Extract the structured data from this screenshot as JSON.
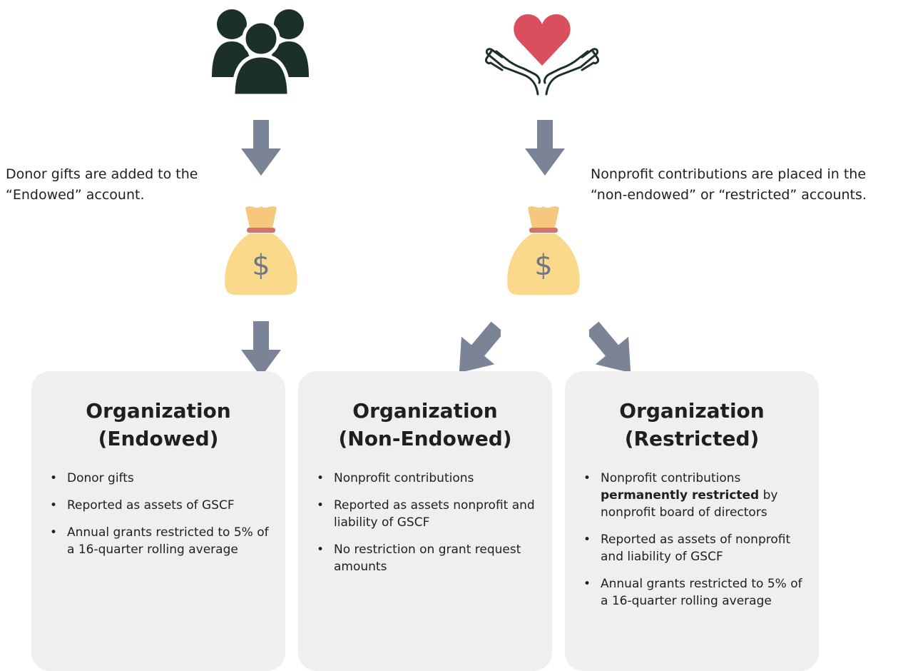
{
  "icons": {
    "donors": "people-group-icon",
    "nonprofit": "heart-in-hands-icon",
    "money_bag": "money-bag-icon",
    "arrow": "arrow-down-icon"
  },
  "colors": {
    "icon_dark": "#1b3128",
    "heart": "#d94f5e",
    "bag": "#fbd98a",
    "bag_top": "#f5c87e",
    "bag_tie": "#d4726b",
    "arrow": "#7b8497",
    "card_bg": "#efefef"
  },
  "captions": {
    "left": [
      "Donor gifts are added to the",
      "“Endowed” account."
    ],
    "right": [
      "Nonprofit contributions are placed in the",
      "“non-endowed” or “restricted” accounts."
    ]
  },
  "bag_symbol": "$",
  "cards": {
    "endowed": {
      "title": [
        "Organization",
        "(Endowed)"
      ],
      "items": [
        "Donor gifts",
        "Reported as assets of GSCF",
        "Annual grants restricted to 5% of a 16-quarter rolling average"
      ]
    },
    "nonendowed": {
      "title": [
        "Organization",
        "(Non-Endowed)"
      ],
      "items": [
        "Nonprofit contributions",
        "Reported as assets nonprofit and liability of GSCF",
        "No restriction on grant request amounts"
      ]
    },
    "restricted": {
      "title": [
        "Organization",
        "(Restricted)"
      ],
      "item1_before": "Nonprofit contributions",
      "item1_bold": "permanently restricted",
      "item1_after": "by nonprofit board of directors",
      "items": [
        "Reported as assets of nonprofit and liability of GSCF",
        "Annual grants restricted to 5% of a 16-quarter rolling average"
      ]
    }
  }
}
